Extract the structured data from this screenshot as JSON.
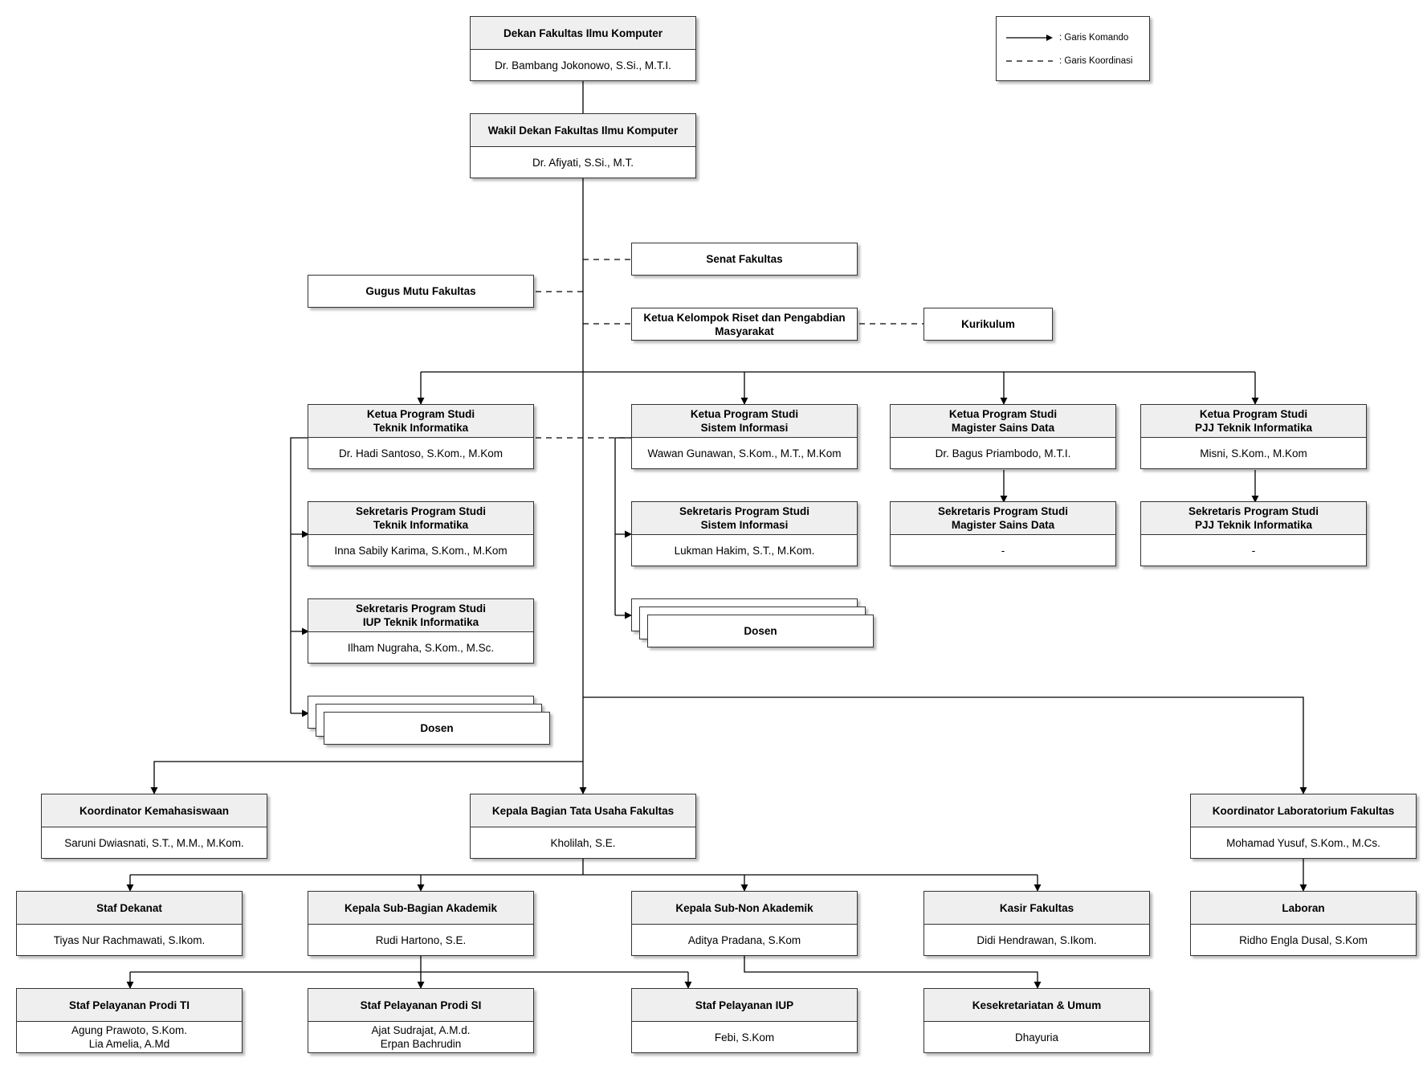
{
  "legend": {
    "command_label": ": Garis Komando",
    "coordination_label": ": Garis Koordinasi"
  },
  "dekan": {
    "title": "Dekan Fakultas Ilmu Komputer",
    "name": "Dr. Bambang Jokonowo, S.Si., M.T.I."
  },
  "wakil_dekan": {
    "title": "Wakil Dekan Fakultas Ilmu Komputer",
    "name": "Dr. Afiyati, S.Si., M.T."
  },
  "senat": {
    "title": "Senat Fakultas"
  },
  "gugus_mutu": {
    "title": "Gugus Mutu Fakultas"
  },
  "kelompok_riset": {
    "title": "Ketua Kelompok Riset dan Pengabdian\nMasyarakat"
  },
  "kurikulum": {
    "title": "Kurikulum"
  },
  "kaprodi_ti": {
    "title": "Ketua Program Studi\nTeknik Informatika",
    "name": "Dr. Hadi Santoso, S.Kom., M.Kom"
  },
  "kaprodi_si": {
    "title": "Ketua Program Studi\nSistem Informasi",
    "name": "Wawan Gunawan, S.Kom., M.T., M.Kom"
  },
  "kaprodi_msd": {
    "title": "Ketua Program Studi\nMagister Sains Data",
    "name": "Dr. Bagus Priambodo, M.T.I."
  },
  "kaprodi_pjj": {
    "title": "Ketua Program Studi\nPJJ Teknik Informatika",
    "name": "Misni, S.Kom., M.Kom"
  },
  "sekprodi_ti": {
    "title": "Sekretaris Program Studi\nTeknik Informatika",
    "name": "Inna Sabily Karima, S.Kom., M.Kom"
  },
  "sekprodi_si": {
    "title": "Sekretaris Program Studi\nSistem Informasi",
    "name": "Lukman Hakim, S.T., M.Kom."
  },
  "sekprodi_msd": {
    "title": "Sekretaris Program Studi\nMagister Sains Data",
    "name": "-"
  },
  "sekprodi_pjj": {
    "title": "Sekretaris Program Studi\nPJJ Teknik Informatika",
    "name": "-"
  },
  "sekprodi_iup": {
    "title": "Sekretaris Program Studi\nIUP Teknik Informatika",
    "name": "Ilham Nugraha, S.Kom., M.Sc."
  },
  "dosen_si": {
    "title": "Dosen"
  },
  "dosen_ti": {
    "title": "Dosen"
  },
  "koord_kemahasiswaan": {
    "title": "Koordinator Kemahasiswaan",
    "name": "Saruni Dwiasnati, S.T., M.M., M.Kom."
  },
  "kabag_tu": {
    "title": "Kepala Bagian Tata Usaha Fakultas",
    "name": "Kholilah, S.E."
  },
  "koord_lab": {
    "title": "Koordinator Laboratorium Fakultas",
    "name": "Mohamad Yusuf, S.Kom., M.Cs."
  },
  "staf_dekanat": {
    "title": "Staf Dekanat",
    "name": "Tiyas Nur Rachmawati, S.Ikom."
  },
  "kasubag_akademik": {
    "title": "Kepala Sub-Bagian Akademik",
    "name": "Rudi Hartono, S.E."
  },
  "kasub_non_akademik": {
    "title": "Kepala Sub-Non Akademik",
    "name": "Aditya Pradana, S.Kom"
  },
  "kasir": {
    "title": "Kasir Fakultas",
    "name": "Didi Hendrawan, S.Ikom."
  },
  "laboran": {
    "title": "Laboran",
    "name": "Ridho Engla Dusal, S.Kom"
  },
  "staf_ti": {
    "title": "Staf Pelayanan Prodi TI",
    "name": "Agung Prawoto, S.Kom.\nLia Amelia, A.Md"
  },
  "staf_si": {
    "title": "Staf Pelayanan Prodi SI",
    "name": "Ajat Sudrajat, A.M.d.\nErpan Bachrudin"
  },
  "staf_iup": {
    "title": "Staf Pelayanan IUP",
    "name": "Febi, S.Kom"
  },
  "kesekretariatan": {
    "title": "Kesekretariatan & Umum",
    "name": "Dhayuria"
  },
  "colors": {
    "line": "#000000",
    "box_header": "#efefef",
    "border": "#333333"
  }
}
